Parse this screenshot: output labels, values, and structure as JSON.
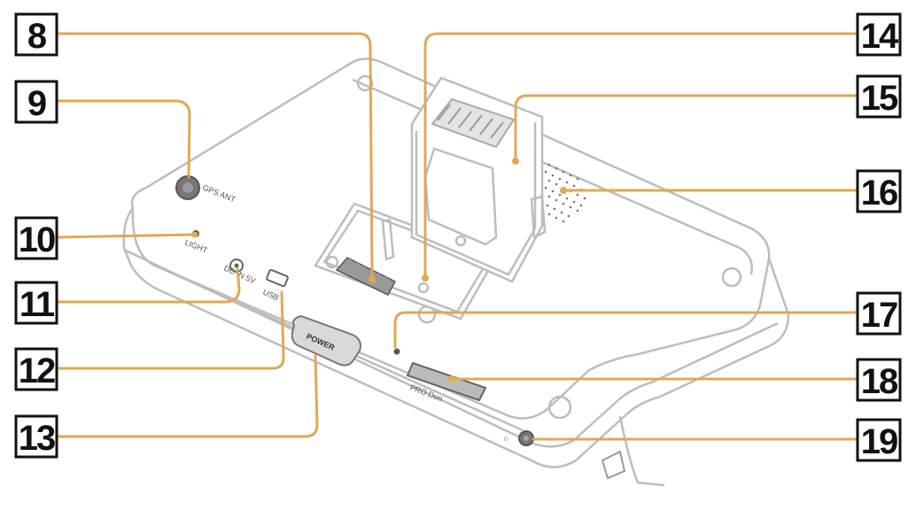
{
  "callouts": [
    {
      "number": "8",
      "side": "top"
    },
    {
      "number": "9",
      "side": "left"
    },
    {
      "number": "10",
      "side": "left"
    },
    {
      "number": "11",
      "side": "left"
    },
    {
      "number": "12",
      "side": "left"
    },
    {
      "number": "13",
      "side": "left"
    },
    {
      "number": "14",
      "side": "right"
    },
    {
      "number": "15",
      "side": "right"
    },
    {
      "number": "16",
      "side": "right"
    },
    {
      "number": "17",
      "side": "right"
    },
    {
      "number": "18",
      "side": "right"
    },
    {
      "number": "19",
      "side": "right"
    }
  ],
  "device_labels": {
    "gps_ant": "GPS ANT",
    "light": "LIGHT",
    "dc_in": "DC IN 5V",
    "power": "POWER",
    "usb": "USB",
    "pro_duo": "PRO Duo"
  },
  "colors": {
    "leader": "#e2a853",
    "device_outline": "#bdbdbd",
    "box_border": "#111111"
  }
}
